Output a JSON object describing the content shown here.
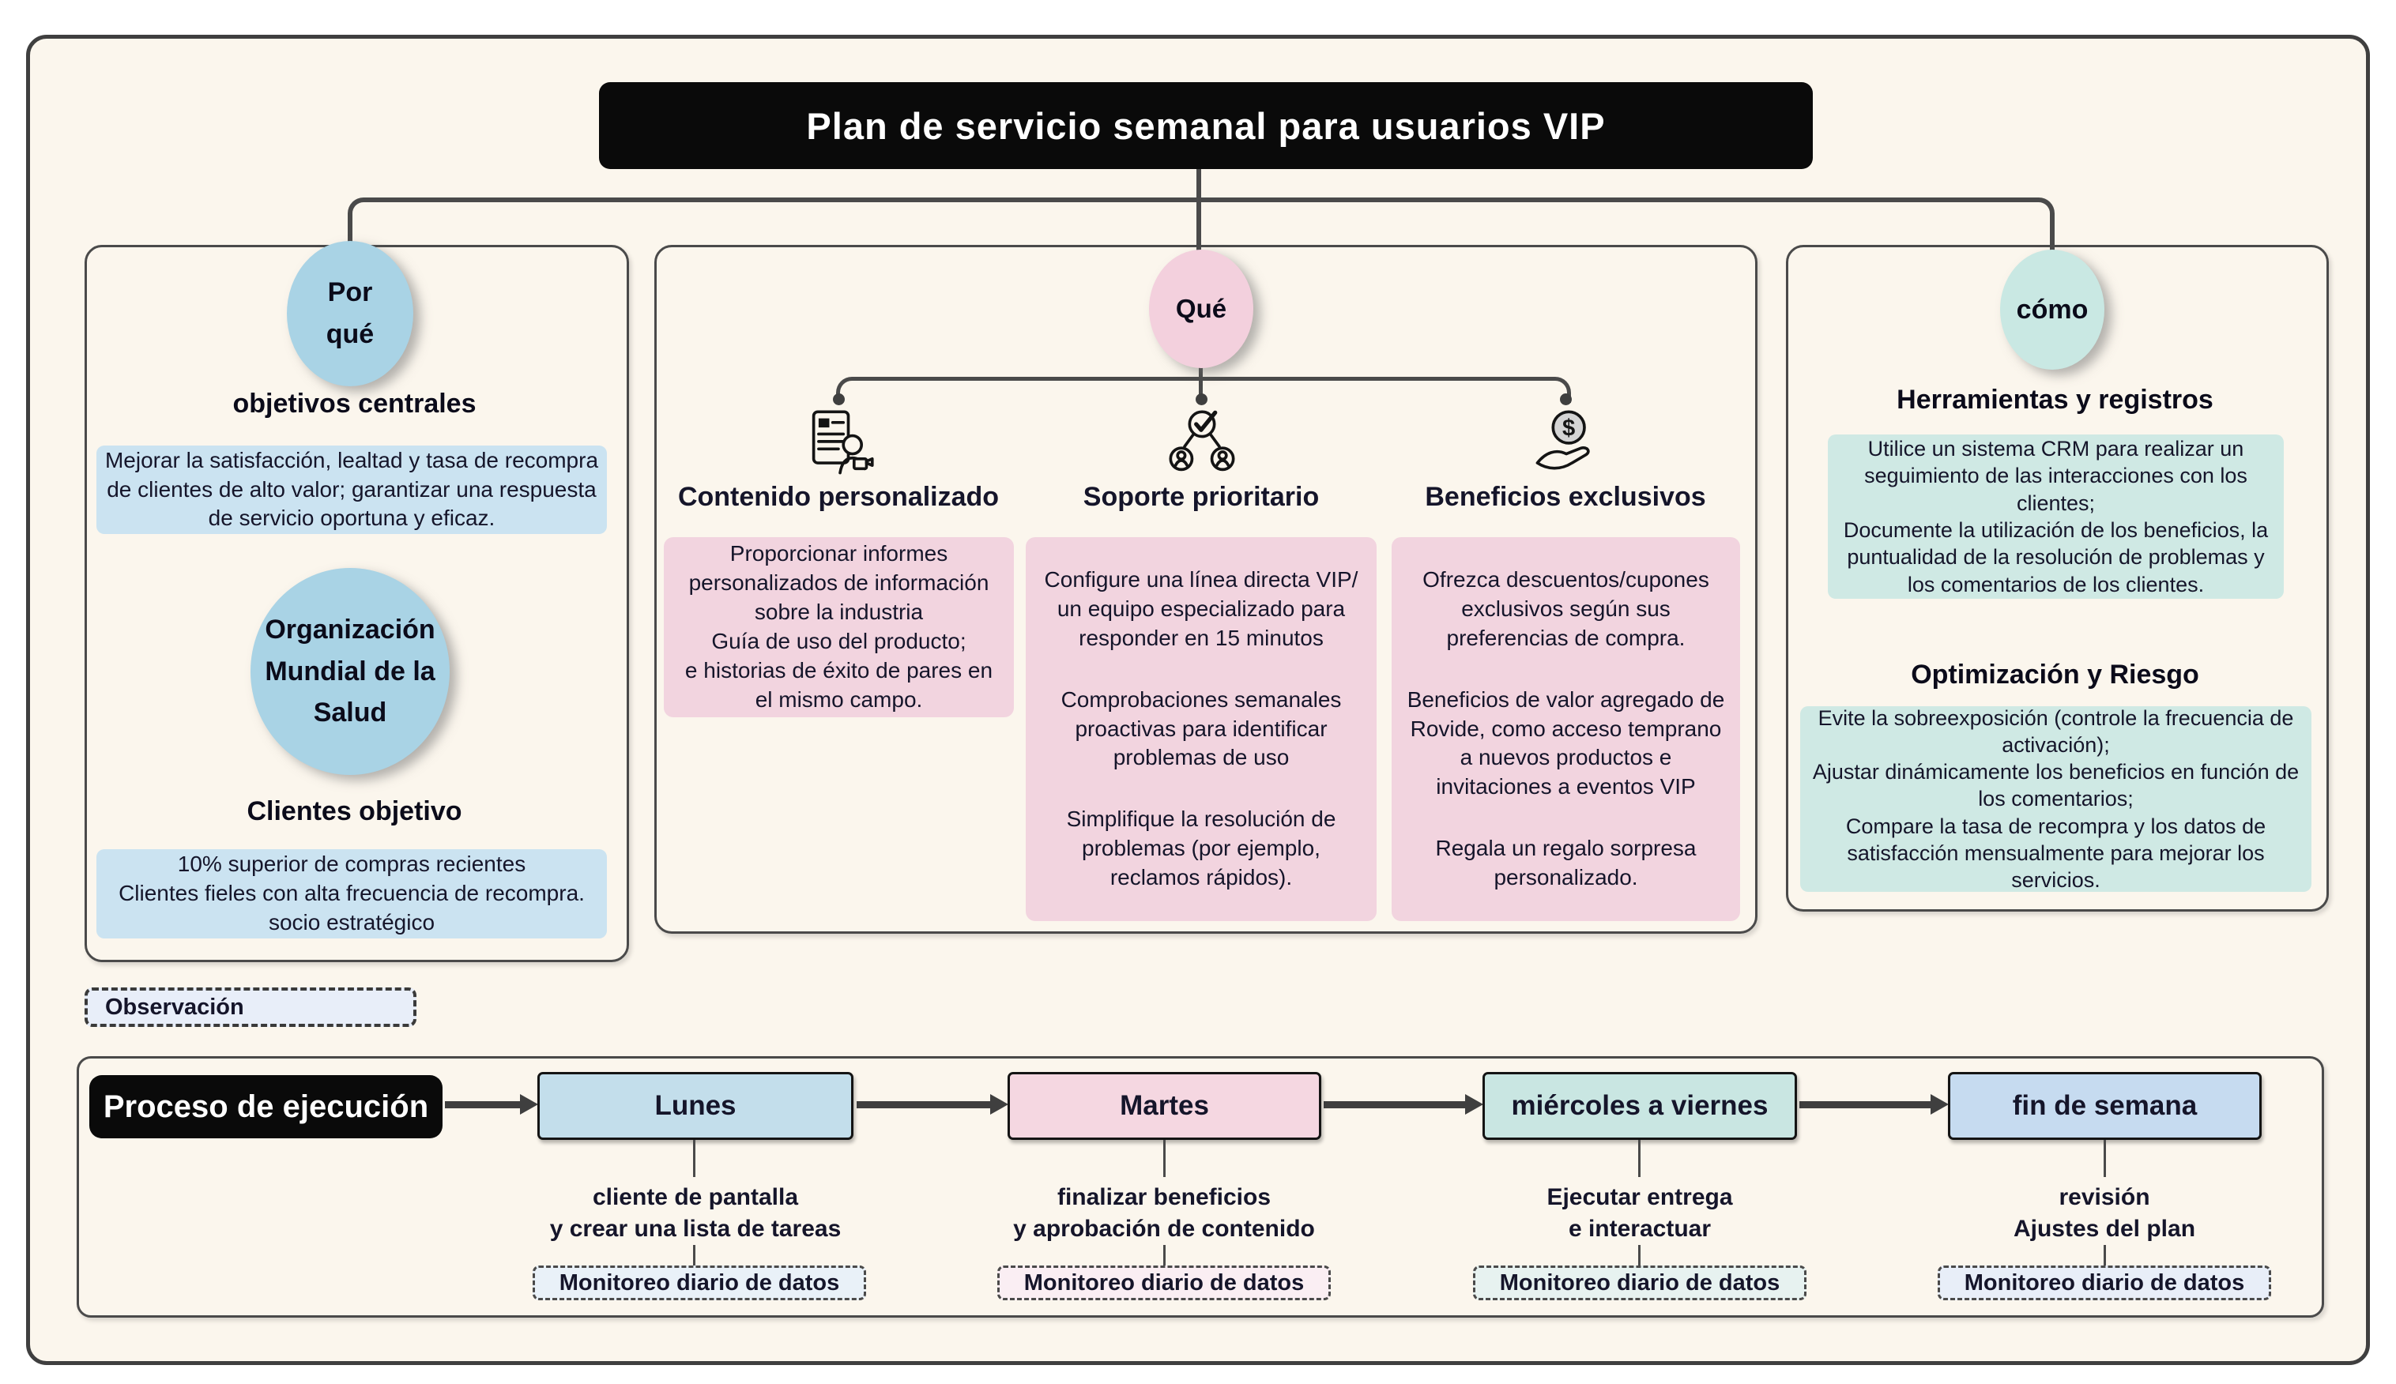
{
  "page": {
    "title": "Plan de servicio semanal para usuarios VIP"
  },
  "colors": {
    "canvas_bg": "#FBF6ED",
    "frame_border": "#3F3F3F",
    "title_bg": "#0A0A0A",
    "title_text": "#FFFFFF",
    "connector": "#4A4A4A",
    "blue_circle": "#A9D3E5",
    "blue_box": "#CBE3F1",
    "pink_circle": "#F3D0DD",
    "pink_box": "#F2D4DF",
    "teal_circle": "#C9E8E3",
    "teal_box": "#CFE9E4",
    "observation_bg": "#E8EEF9",
    "step_box_colors": [
      "#C3DEEB",
      "#F5D7E1",
      "#C9E6E2",
      "#C6DBF0"
    ],
    "monitor_box_colors": [
      "#E9F1F8",
      "#FAEEF3",
      "#E7F2F0",
      "#E8EEF8"
    ]
  },
  "why": {
    "circle_label": "Por\nqué",
    "heading_objectives": "objetivos centrales",
    "objectives_text": "Mejorar la satisfacción, lealtad y tasa de recompra\nde clientes de alto valor; garantizar una respuesta\nde servicio oportuna y eficaz.",
    "org_circle_label": "Organización\nMundial de la\nSalud",
    "heading_clients": "Clientes objetivo",
    "clients_text": "10% superior de compras recientes\nClientes fieles con alta frecuencia de recompra.\nsocio estratégico"
  },
  "what": {
    "circle_label": "Qué",
    "branches": [
      {
        "icon": "document-person-icon",
        "label": "Contenido personalizado",
        "paragraphs": [
          "Proporcionar informes\npersonalizados de información\nsobre la industria\nGuía de uso del producto;\ne historias de éxito de pares en\nel mismo campo."
        ]
      },
      {
        "icon": "team-check-icon",
        "label": "Soporte prioritario",
        "paragraphs": [
          "Configure una línea directa VIP/\nun equipo especializado para\nresponder en 15 minutos",
          "Comprobaciones semanales\nproactivas para identificar\nproblemas de uso",
          "Simplifique la resolución de\nproblemas (por ejemplo,\nreclamos rápidos)."
        ]
      },
      {
        "icon": "money-hand-icon",
        "label": "Beneficios exclusivos",
        "paragraphs": [
          "Ofrezca descuentos/cupones\nexclusivos según sus\npreferencias de compra.",
          "Beneficios de valor agregado de\nRovide, como acceso temprano\na nuevos productos e\ninvitaciones a eventos VIP",
          "Regala un regalo sorpresa\npersonalizado."
        ]
      }
    ]
  },
  "how": {
    "circle_label": "cómo",
    "heading_tools": "Herramientas y registros",
    "tools_text": "Utilice un sistema CRM para realizar un\nseguimiento de las interacciones con los\nclientes;\nDocumente la utilización de los beneficios, la\npuntualidad de la resolución de problemas y\nlos comentarios de los clientes.",
    "heading_optimization": "Optimización y Riesgo",
    "optimization_text": "Evite la sobreexposición (controle la frecuencia de\nactivación);\nAjustar dinámicamente los beneficios en función de\nlos comentarios;\nCompare la tasa de recompra y los datos de\nsatisfacción mensualmente para mejorar los\nservicios."
  },
  "observation": {
    "label": "Observación"
  },
  "process": {
    "title": "Proceso de ejecución",
    "steps": [
      {
        "label": "Lunes",
        "note": "cliente de pantalla\ny crear una lista de tareas",
        "monitor": "Monitoreo diario de datos"
      },
      {
        "label": "Martes",
        "note": "finalizar beneficios\ny aprobación de contenido",
        "monitor": "Monitoreo diario de datos"
      },
      {
        "label": "miércoles a viernes",
        "note": "Ejecutar entrega\ne interactuar",
        "monitor": "Monitoreo diario de datos"
      },
      {
        "label": "fin de semana",
        "note": "revisión\nAjustes del plan",
        "monitor": "Monitoreo diario de datos"
      }
    ]
  }
}
